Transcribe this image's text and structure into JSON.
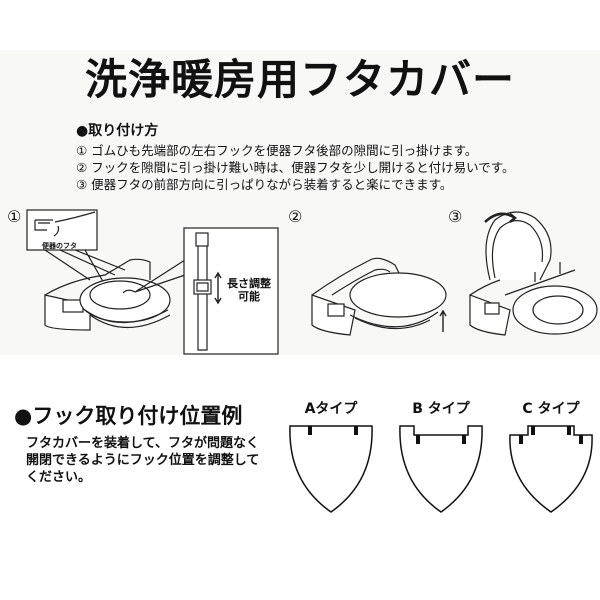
{
  "header": {
    "title": "洗浄暖房用フタカバー"
  },
  "installation": {
    "heading": "●取り付け方",
    "steps": [
      "① ゴムひも先端部の左右フックを便器フタ後部の隙間に引っ掛けます。",
      "② フックを隙間に引っ掛け難い時は、便器フタを少し開けると付け易いです。",
      "③ 便器フタの前部方向に引っぱりながら装着すると楽にできます。"
    ],
    "figures": [
      {
        "number": "①",
        "inset_label": "便器のフタ",
        "strap_label_line1": "長さ調整",
        "strap_label_line2": "可能"
      },
      {
        "number": "②"
      },
      {
        "number": "③"
      }
    ]
  },
  "hook_position": {
    "heading": "●フック取り付け位置例",
    "description": "フタカバーを装着して、フタが問題なく開閉できるようにフック位置を調整してください。",
    "types": [
      {
        "label": "Aタイプ"
      },
      {
        "label": "B タイプ"
      },
      {
        "label": "C タイプ"
      }
    ]
  },
  "colors": {
    "ink": "#111111",
    "band": "#f8f8f7",
    "background": "#ffffff"
  }
}
